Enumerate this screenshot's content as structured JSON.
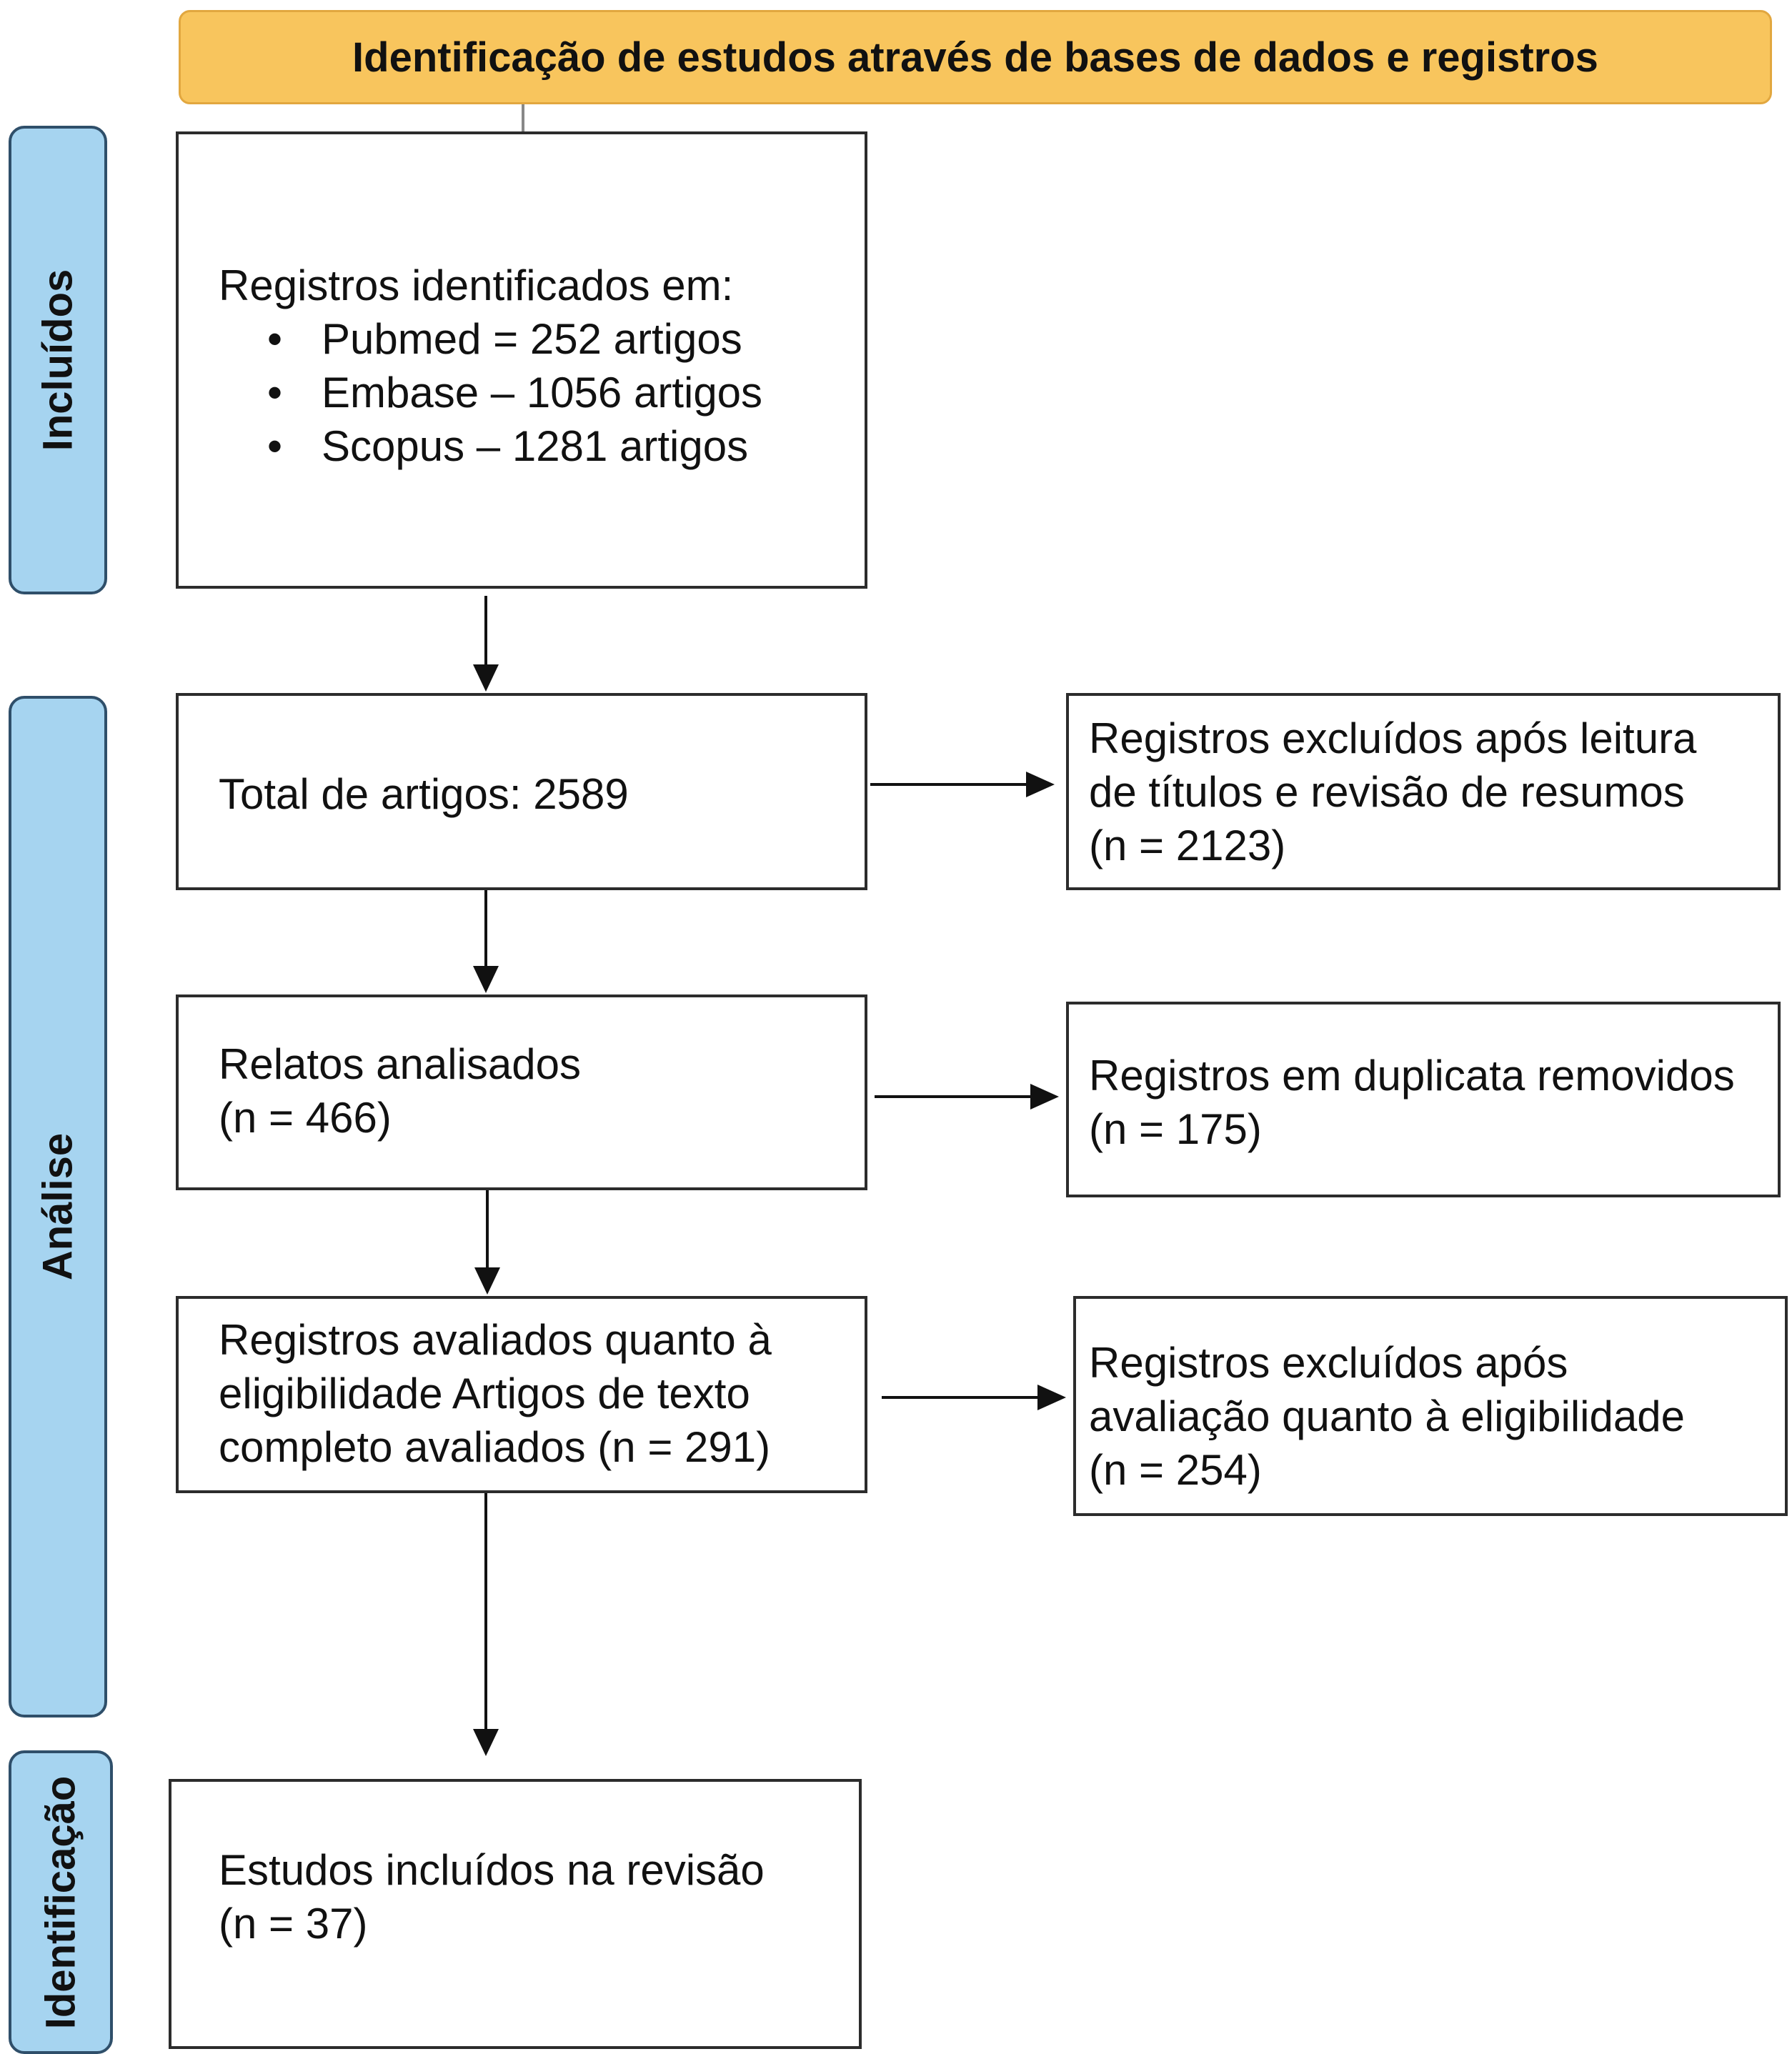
{
  "header": {
    "title": "Identificação de estudos através de bases de dados e registros"
  },
  "sections": {
    "incluidos": "Incluídos",
    "analise": "Análise",
    "identificacao": "Identificação"
  },
  "boxes": {
    "records_identified": {
      "title": "Registros identificados em:",
      "items": [
        "Pubmed = 252 artigos",
        "Embase – 1056 artigos",
        "Scopus – 1281 artigos"
      ]
    },
    "total": {
      "lines": [
        "Total de artigos: 2589"
      ]
    },
    "excluded_titles": {
      "lines": [
        "Registros excluídos após leitura",
        "de títulos e revisão de resumos",
        "(n = 2123)"
      ]
    },
    "analyzed": {
      "lines": [
        "Relatos analisados",
        "(n = 466)"
      ]
    },
    "duplicates": {
      "lines": [
        "Registros em duplicata removidos",
        "(n = 175)"
      ]
    },
    "eligibility": {
      "lines": [
        "Registros avaliados quanto à",
        "eligibilidade Artigos de texto",
        "completo avaliados (n = 291)"
      ]
    },
    "excluded_eligibility": {
      "lines": [
        "Registros excluídos após",
        "avaliação quanto à eligibilidade",
        "(n = 254)"
      ]
    },
    "included": {
      "lines": [
        "Estudos incluídos na revisão",
        "(n = 37)"
      ]
    }
  },
  "colors": {
    "header": "#f8c55d",
    "side_panel": "#a6d4f0",
    "line": "#111111"
  }
}
